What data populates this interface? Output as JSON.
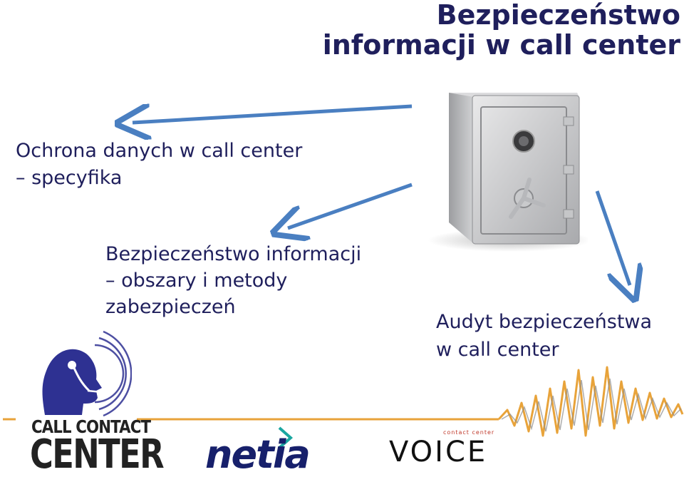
{
  "slide": {
    "title_line1": "Bezpieczeństwo",
    "title_line2": "informacji w call center"
  },
  "topics": [
    {
      "line1": "Ochrona danych w call center",
      "line2": "– specyfika"
    },
    {
      "line1": "Bezpieczeństwo informacji",
      "line2": "– obszary i metody",
      "line3": "zabezpieczeń"
    },
    {
      "line1": "Audyt bezpieczeństwa",
      "line2": "w call center"
    }
  ],
  "logos": {
    "callcontact_line1": "CALL CONTACT",
    "callcontact_line2": "CENTER",
    "netia": "netia",
    "voice_small": "contact center",
    "voice": "VOICE"
  },
  "colors": {
    "title": "#1f1f5c",
    "arrow": "#4a7fc1",
    "accent_line": "#e8a33a",
    "logo_blue": "#2e3192"
  },
  "icons": [
    "safe-icon",
    "headset-person-icon",
    "sound-wave-icon"
  ]
}
